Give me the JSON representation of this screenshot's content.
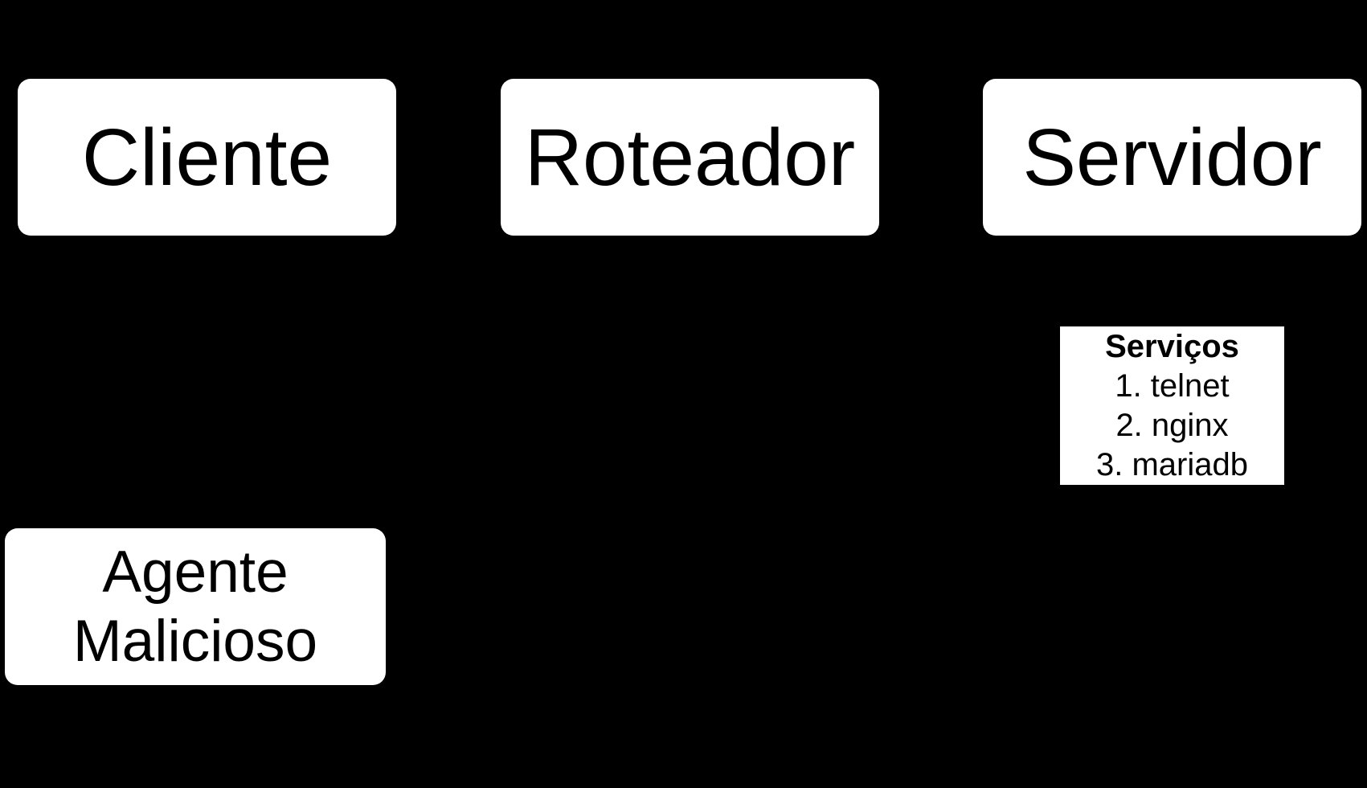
{
  "diagram": {
    "background_color": "#000000",
    "node_fill_color": "#ffffff",
    "node_text_color": "#000000"
  },
  "nodes": {
    "cliente": {
      "label": "Cliente"
    },
    "roteador": {
      "label": "Roteador"
    },
    "servidor": {
      "label": "Servidor"
    },
    "agente_malicioso": {
      "label": "Agente Malicioso"
    }
  },
  "services_box": {
    "title": "Serviços",
    "items": [
      "1. telnet",
      "2. nginx",
      "3. mariadb"
    ]
  }
}
